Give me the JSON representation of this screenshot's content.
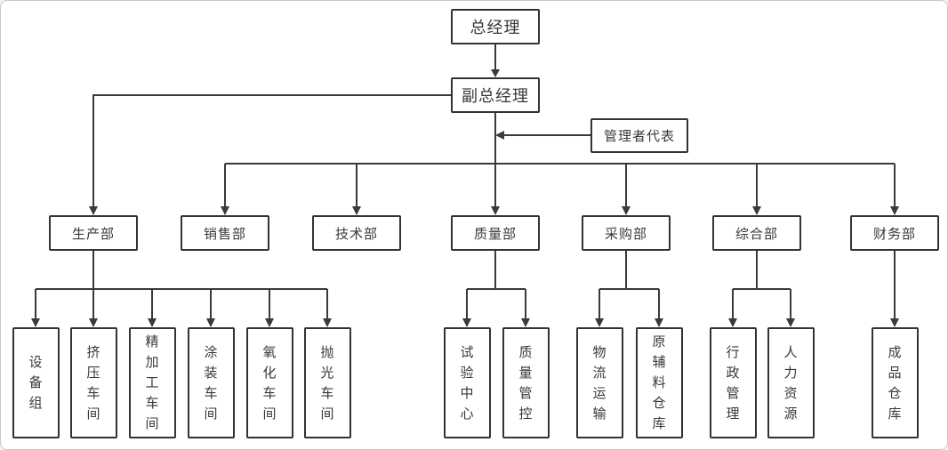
{
  "theme": {
    "canvas_bg": "#ffffff",
    "frame_border": "#c9c9c9",
    "line_color": "#3a3a3a",
    "box_border": "#333333",
    "box_bg": "#ffffff",
    "text_color": "#383838"
  },
  "org": {
    "general_manager": {
      "label": "总经理"
    },
    "deputy_general_manager": {
      "label": "副总经理"
    },
    "management_representative": {
      "label": "管理者代表"
    },
    "departments": [
      {
        "id": "production",
        "label": "生产部"
      },
      {
        "id": "sales",
        "label": "销售部"
      },
      {
        "id": "technology",
        "label": "技术部"
      },
      {
        "id": "quality",
        "label": "质量部"
      },
      {
        "id": "purchasing",
        "label": "采购部"
      },
      {
        "id": "general-affairs",
        "label": "综合部"
      },
      {
        "id": "finance",
        "label": "财务部"
      }
    ],
    "units": [
      {
        "parent": "production",
        "label": "设备组"
      },
      {
        "parent": "production",
        "label": "挤压车间"
      },
      {
        "parent": "production",
        "label": "精加工车间"
      },
      {
        "parent": "production",
        "label": "涂装车间"
      },
      {
        "parent": "production",
        "label": "氧化车间"
      },
      {
        "parent": "production",
        "label": "抛光车间"
      },
      {
        "parent": "quality",
        "label": "试验中心"
      },
      {
        "parent": "quality",
        "label": "质量管控"
      },
      {
        "parent": "purchasing",
        "label": "物流运输"
      },
      {
        "parent": "purchasing",
        "label": "原辅料仓库"
      },
      {
        "parent": "general-affairs",
        "label": "行政管理"
      },
      {
        "parent": "general-affairs",
        "label": "人力资源"
      },
      {
        "parent": "finance",
        "label": "成品仓库"
      }
    ]
  }
}
